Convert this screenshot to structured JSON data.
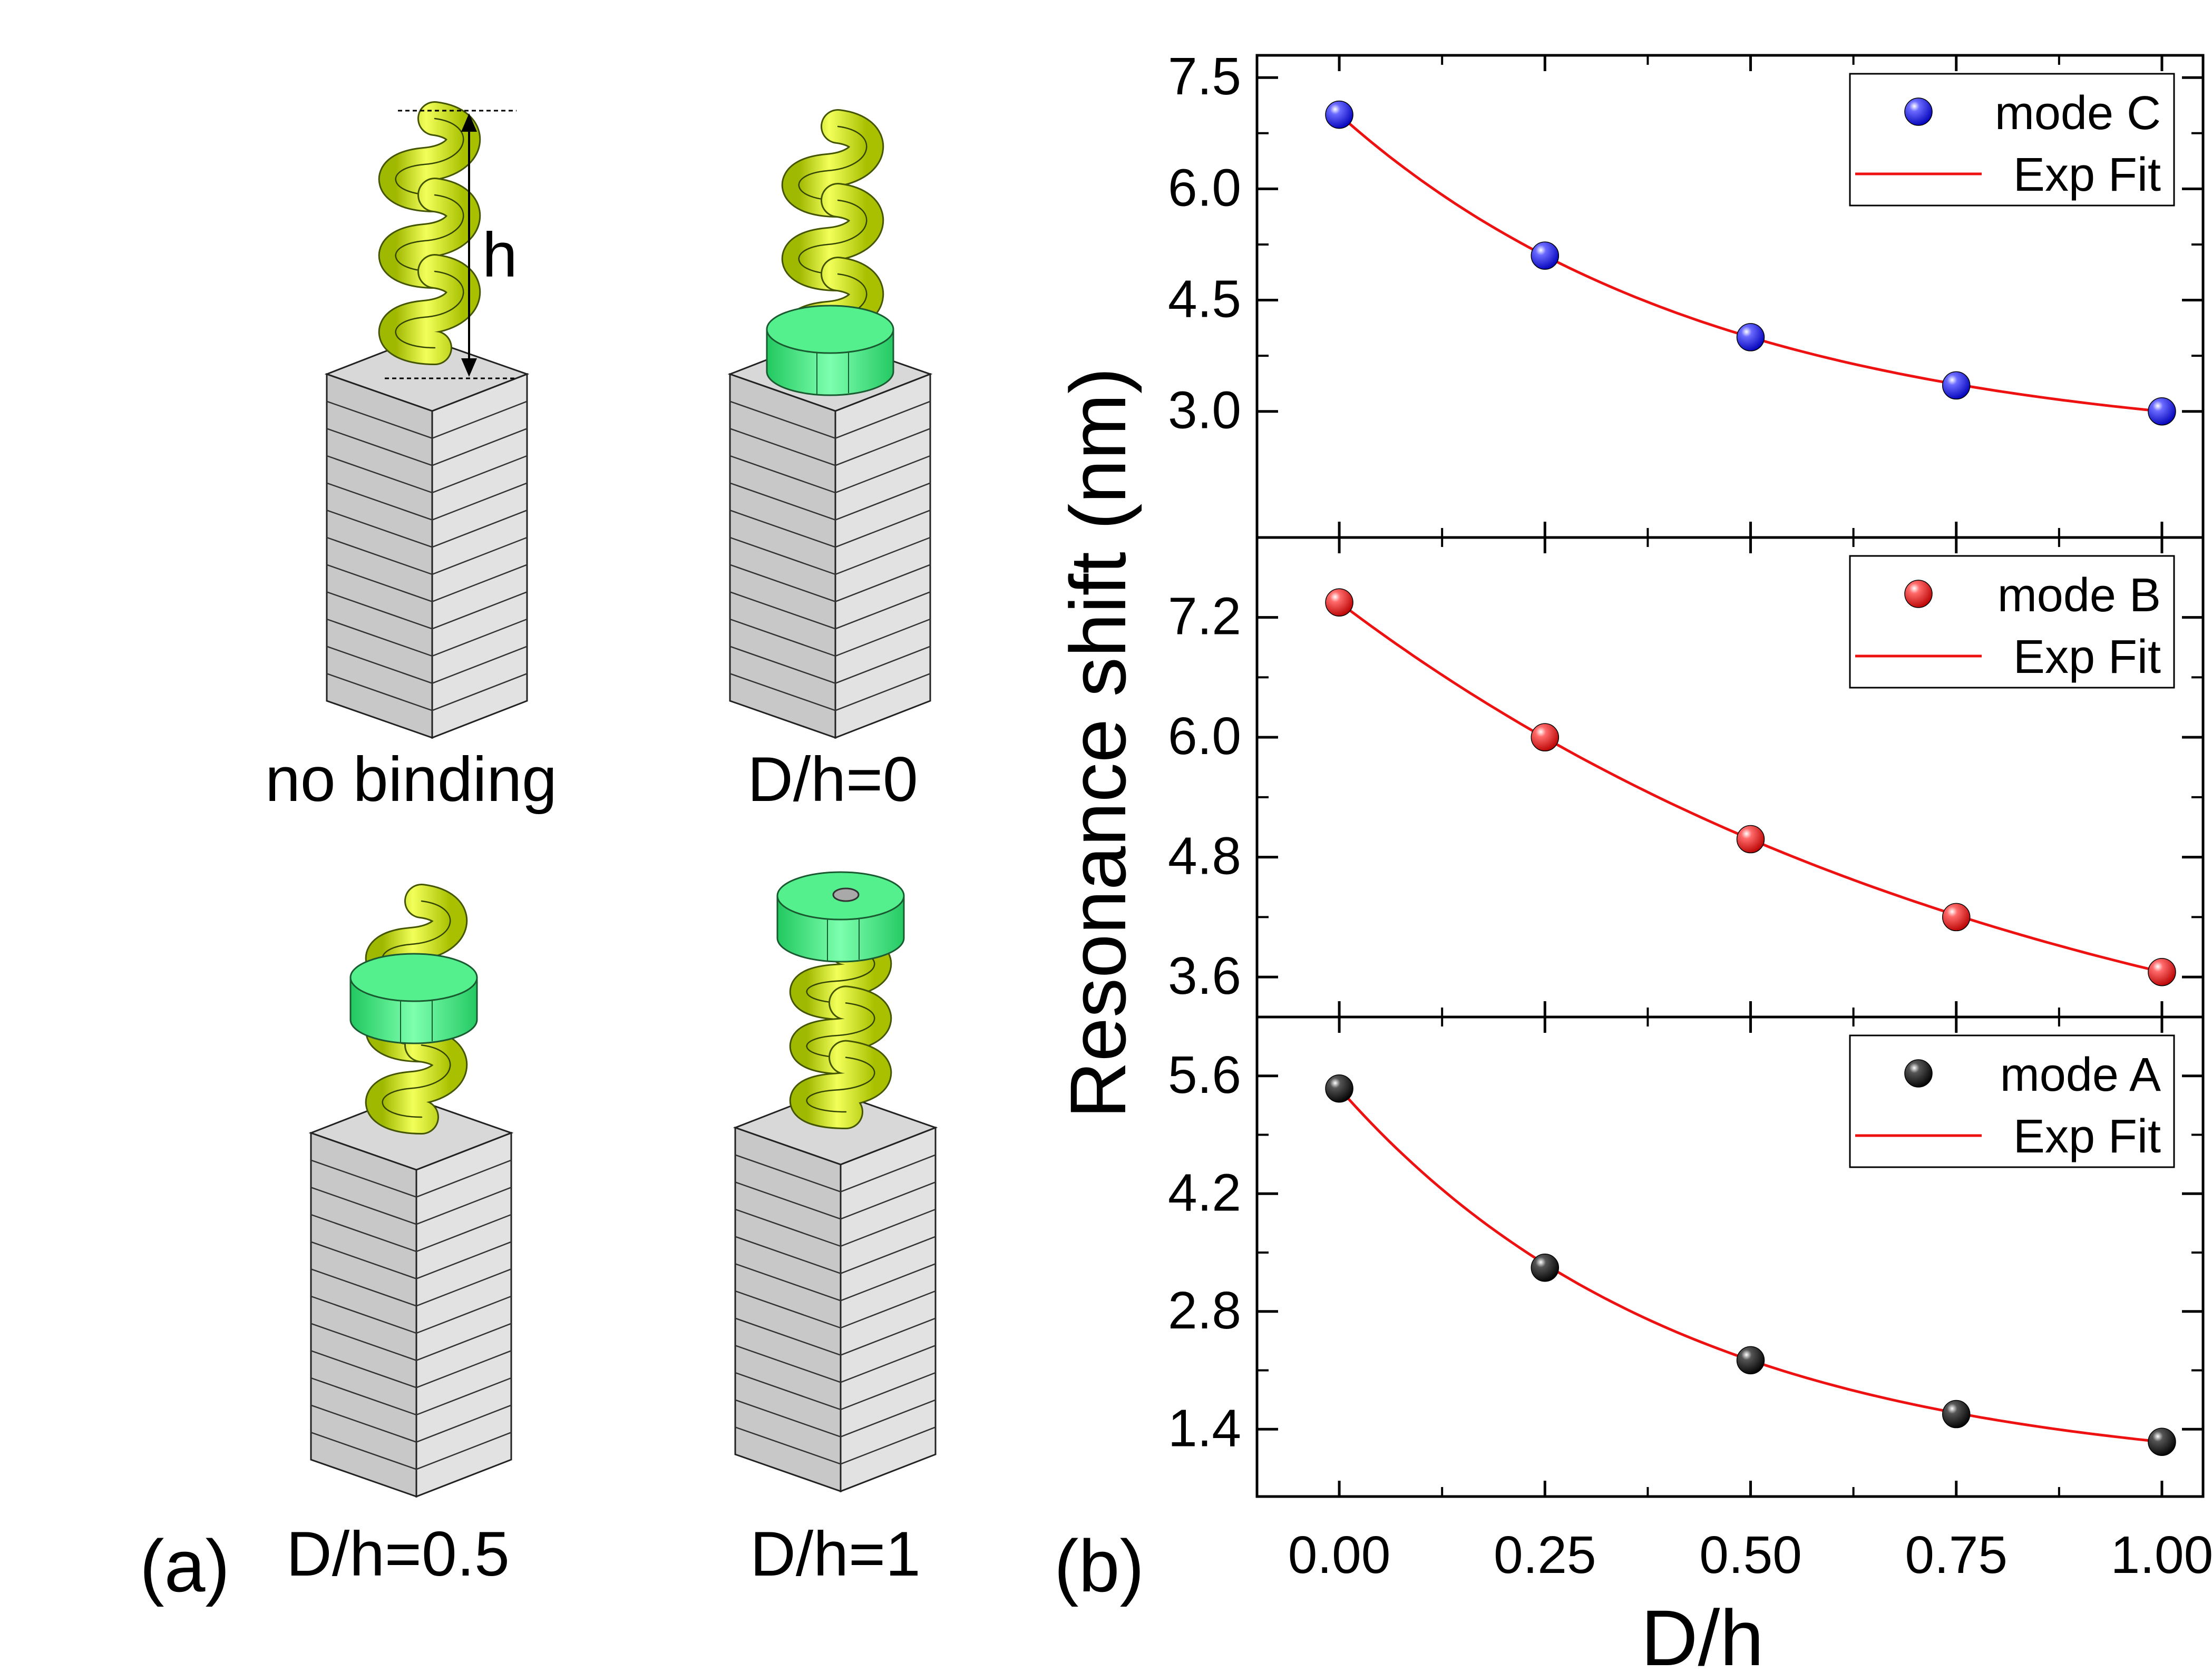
{
  "panel_a": {
    "label": "(a)",
    "height_symbol": "h",
    "captions": [
      "no binding",
      "D/h=0",
      "D/h=0.5",
      "D/h=1"
    ],
    "colors": {
      "helix": "#d9ef2a",
      "ring": "#3ef07f",
      "pillar": "#cfcfcf"
    }
  },
  "panel_b": {
    "label": "(b)",
    "xlabel": "D/h",
    "ylabel": "Resonance shift (nm)",
    "fit_label": "Exp Fit",
    "x_ticks": [
      "0.00",
      "0.25",
      "0.50",
      "0.75",
      "1.00"
    ]
  },
  "chart_data": [
    {
      "type": "scatter",
      "name": "mode C",
      "x": [
        0,
        0.25,
        0.5,
        0.75,
        1.0
      ],
      "y": [
        7.0,
        5.1,
        4.0,
        3.35,
        3.0
      ],
      "fit": "Exp Fit",
      "ylim": [
        1.3,
        7.8
      ],
      "yticks": [
        3.0,
        4.5,
        6.0,
        7.5
      ],
      "ytick_labels": [
        "3.0",
        "4.5",
        "6.0",
        "7.5"
      ],
      "xlim": [
        -0.1,
        1.05
      ],
      "color": "#1010e8",
      "fit_color": "#ee1111",
      "legend": "top-right"
    },
    {
      "type": "scatter",
      "name": "mode B",
      "x": [
        0,
        0.25,
        0.5,
        0.75,
        1.0
      ],
      "y": [
        7.35,
        6.0,
        4.98,
        4.2,
        3.65
      ],
      "fit": "Exp Fit",
      "ylim": [
        3.2,
        8.0
      ],
      "yticks": [
        3.6,
        4.8,
        6.0,
        7.2
      ],
      "ytick_labels": [
        "3.6",
        "4.8",
        "6.0",
        "7.2"
      ],
      "xlim": [
        -0.1,
        1.05
      ],
      "color": "#ee1111",
      "fit_color": "#ee1111",
      "legend": "top-right"
    },
    {
      "type": "scatter",
      "name": "mode A",
      "x": [
        0,
        0.25,
        0.5,
        0.75,
        1.0
      ],
      "y": [
        5.45,
        3.32,
        2.22,
        1.58,
        1.25
      ],
      "fit": "Exp Fit",
      "ylim": [
        0.6,
        6.3
      ],
      "yticks": [
        1.4,
        2.8,
        4.2,
        5.6
      ],
      "ytick_labels": [
        "1.4",
        "2.8",
        "4.2",
        "5.6"
      ],
      "xlim": [
        -0.1,
        1.05
      ],
      "color": "#111111",
      "fit_color": "#ee1111",
      "legend": "top-right"
    }
  ]
}
